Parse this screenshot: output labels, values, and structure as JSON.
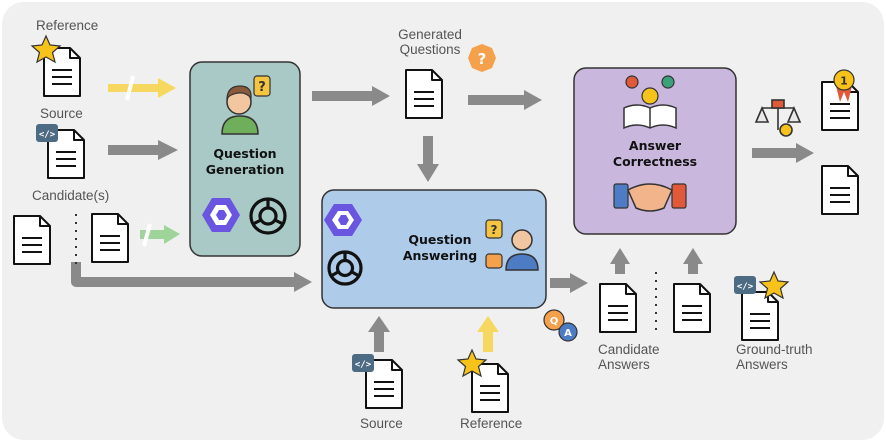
{
  "labels": {
    "reference_top": "Reference",
    "source_left": "Source",
    "candidates_left": "Candidate(s)",
    "generated_questions_line1": "Generated",
    "generated_questions_line2": "Questions",
    "candidate_answers_line1": "Candidate",
    "candidate_answers_line2": "Answers",
    "ground_truth_line1": "Ground-truth",
    "ground_truth_line2": "Answers",
    "source_bottom": "Source",
    "reference_bottom": "Reference"
  },
  "boxes": {
    "question_generation_line1": "Question",
    "question_generation_line2": "Generation",
    "question_answering_line1": "Question",
    "question_answering_line2": "Answering",
    "answer_correctness_line1": "Answer",
    "answer_correctness_line2": "Correctness"
  },
  "glyphs": {
    "question_mark": "?",
    "code_tag": "</>",
    "q_letter": "Q",
    "a_letter": "A",
    "medal_number": "1"
  },
  "colors": {
    "background": "#f0f0f0",
    "question_generation_fill": "#a9c9c6",
    "question_answering_fill": "#aecbea",
    "answer_correctness_fill": "#c9b7dd",
    "arrow_gray": "#8a8a8a",
    "arrow_yellow": "#f6d860",
    "arrow_green": "#9ed39a",
    "star_yellow": "#f7c21a",
    "orange": "#f5a04a"
  }
}
